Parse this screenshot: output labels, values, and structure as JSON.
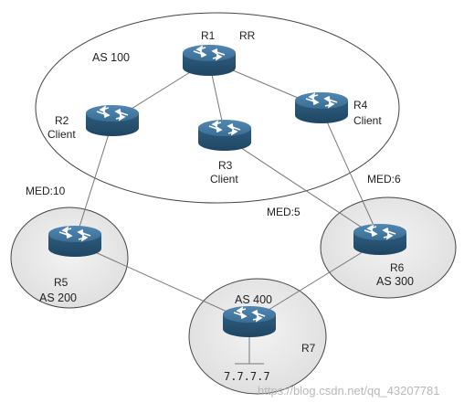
{
  "autonomous_systems": [
    {
      "id": "as100",
      "label": "AS 100"
    },
    {
      "id": "as200",
      "label": "AS 200"
    },
    {
      "id": "as300",
      "label": "AS 300"
    },
    {
      "id": "as400",
      "label": "AS 400"
    }
  ],
  "routers": [
    {
      "id": "r1",
      "name": "R1",
      "role": "RR"
    },
    {
      "id": "r2",
      "name": "R2",
      "role": "Client"
    },
    {
      "id": "r3",
      "name": "R3",
      "role": "Client"
    },
    {
      "id": "r4",
      "name": "R4",
      "role": "Client"
    },
    {
      "id": "r5",
      "name": "R5",
      "role": ""
    },
    {
      "id": "r6",
      "name": "R6",
      "role": ""
    },
    {
      "id": "r7",
      "name": "R7",
      "role": ""
    }
  ],
  "links": [
    {
      "from": "r1",
      "to": "r2"
    },
    {
      "from": "r1",
      "to": "r3"
    },
    {
      "from": "r1",
      "to": "r4"
    },
    {
      "from": "r2",
      "to": "r5"
    },
    {
      "from": "r3",
      "to": "r6"
    },
    {
      "from": "r4",
      "to": "r6"
    },
    {
      "from": "r5",
      "to": "r7"
    },
    {
      "from": "r6",
      "to": "r7"
    }
  ],
  "annotations": {
    "med_r2": "MED:10",
    "med_r3": "MED:5",
    "med_r4": "MED:6",
    "loopback": "7.7.7.7"
  },
  "watermark": "https://blog.csdn.net/qq_43207781",
  "colors": {
    "router_top": "#3a6e95",
    "router_side": "#2c5675",
    "router_arrow": "#ffffff",
    "as_fill": "#e9e9e9",
    "as_stroke": "#444444",
    "link": "#777777"
  }
}
